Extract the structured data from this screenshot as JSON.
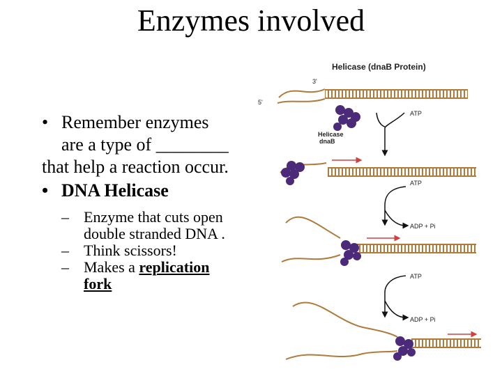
{
  "slide": {
    "title": "Enzymes involved",
    "bullet1": {
      "marker": "•",
      "line1": "Remember enzymes",
      "line2": "are a type of ________",
      "line3": "that help a reaction occur."
    },
    "bullet2": {
      "marker": "•",
      "text": "DNA Helicase"
    },
    "subbullets": {
      "dash": "–",
      "item1_line1": "Enzyme that cuts open",
      "item1_line2": "double stranded DNA .",
      "item2": "Think scissors!",
      "item3_prefix": "Makes a ",
      "item3_underlined_1": "replication",
      "item3_underlined_2": "fork"
    }
  },
  "diagram": {
    "title": "Helicase (dnaB Protein)",
    "label_3prime": "3'",
    "label_5prime": "5'",
    "helicase_label_1": "Helicase",
    "helicase_label_2": "dnaB",
    "atp_1": "ATP",
    "atp_2": "ATP",
    "adp_2": "ADP + Pi",
    "atp_3": "ATP",
    "adp_3": "ADP + Pi",
    "colors": {
      "strand": "#b07a3a",
      "helicase": "#4b2a7a",
      "arrow": "#d04040"
    }
  }
}
